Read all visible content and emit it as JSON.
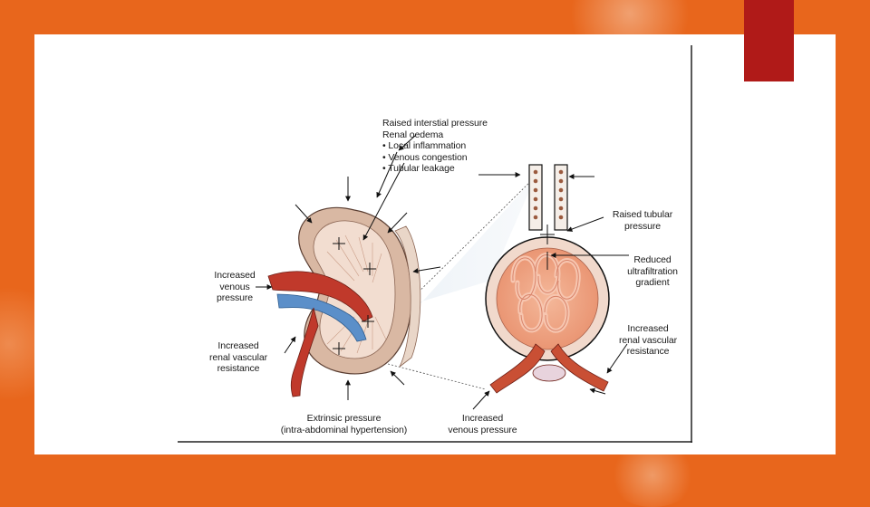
{
  "colors": {
    "background": "#e8661c",
    "accent_block": "#b01a18",
    "slide": "#ffffff",
    "kidney_tissue": "#d9b8a3",
    "artery": "#c0392b",
    "vein": "#5b8fc9"
  },
  "figure": {
    "top_labels": {
      "line1": "Raised interstial pressure",
      "line2": "Renal oedema",
      "bullets": [
        "Local inflammation",
        "Venous congestion",
        "Tubular leakage"
      ]
    },
    "left_labels": {
      "venous": [
        "Increased",
        "venous",
        "pressure"
      ],
      "vascular": [
        "Increased",
        "renal vascular",
        "resistance"
      ]
    },
    "bottom_labels": {
      "extrinsic": [
        "Extrinsic pressure",
        "(intra-abdominal hypertension)"
      ],
      "venous": [
        "Increased",
        "venous pressure"
      ]
    },
    "right_labels": {
      "tubular": [
        "Raised tubular",
        "pressure"
      ],
      "ultrafiltration": [
        "Reduced",
        "ultrafiltration",
        "gradient"
      ],
      "vascular": [
        "Increased",
        "renal vascular",
        "resistance"
      ]
    }
  }
}
